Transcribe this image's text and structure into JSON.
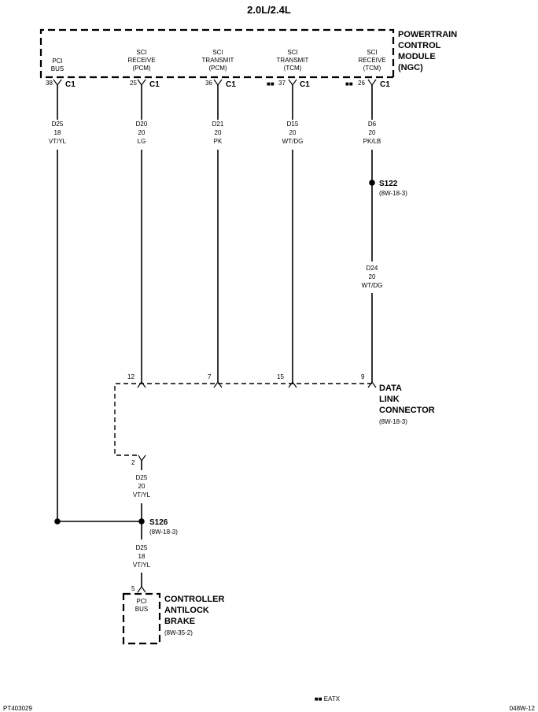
{
  "title": "2.0L/2.4L",
  "pcm": {
    "name_lines": [
      "POWERTRAIN",
      "CONTROL",
      "MODULE",
      "(NGC)"
    ],
    "pins": [
      {
        "lines": [
          "PCI",
          "BUS"
        ],
        "pin": "38",
        "conn": "C1",
        "marker": "",
        "wire": [
          "D25",
          "18",
          "VT/YL"
        ]
      },
      {
        "lines": [
          "SCI",
          "RECEIVE",
          "(PCM)"
        ],
        "pin": "25",
        "conn": "C1",
        "marker": "",
        "wire": [
          "D20",
          "20",
          "LG"
        ]
      },
      {
        "lines": [
          "SCI",
          "TRANSMIT",
          "(PCM)"
        ],
        "pin": "36",
        "conn": "C1",
        "marker": "",
        "wire": [
          "D21",
          "20",
          "PK"
        ]
      },
      {
        "lines": [
          "SCI",
          "TRANSMIT",
          "(TCM)"
        ],
        "pin": "37",
        "conn": "C1",
        "marker": "■■",
        "wire": [
          "D15",
          "20",
          "WT/DG"
        ]
      },
      {
        "lines": [
          "SCI",
          "RECEIVE",
          "(TCM)"
        ],
        "pin": "26",
        "conn": "C1",
        "marker": "■■",
        "wire": [
          "D6",
          "20",
          "PK/LB"
        ]
      }
    ]
  },
  "splices": {
    "s122": {
      "name": "S122",
      "ref": "(8W-18-3)"
    },
    "s126": {
      "name": "S126",
      "ref": "(8W-18-3)"
    }
  },
  "wire_d24": [
    "D24",
    "20",
    "WT/DG"
  ],
  "dlc": {
    "name_lines": [
      "DATA",
      "LINK",
      "CONNECTOR"
    ],
    "ref": "(8W-18-3)",
    "pins": [
      "12",
      "7",
      "15",
      "9"
    ],
    "pin2": "2"
  },
  "wire_d25_20": [
    "D25",
    "20",
    "VT/YL"
  ],
  "wire_d25_18": [
    "D25",
    "18",
    "VT/YL"
  ],
  "abs": {
    "pin": "5",
    "pin_lines": [
      "PCI",
      "BUS"
    ],
    "name_lines": [
      "CONTROLLER",
      "ANTILOCK",
      "BRAKE"
    ],
    "ref": "(8W-35-2)"
  },
  "footer": {
    "left": "PT403029",
    "center": "■■ EATX",
    "right": "048W-12"
  }
}
